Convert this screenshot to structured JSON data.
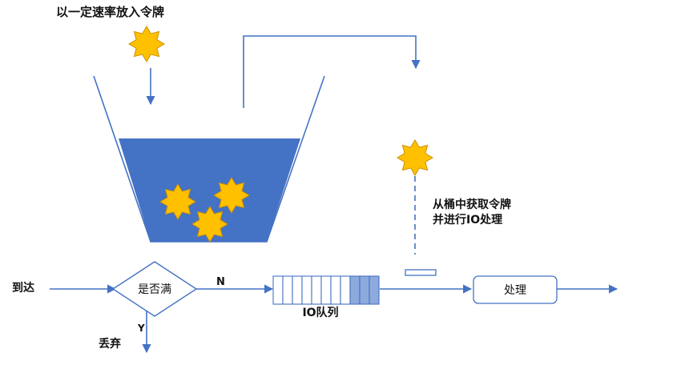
{
  "colors": {
    "line": "#4472c4",
    "water": "#4472c4",
    "star_fill": "#ffc000",
    "star_stroke": "#c98f00",
    "queue_filled": "#8ea9db",
    "text": "#111111"
  },
  "labels": {
    "token_rate": "以一定速率放入令牌",
    "take_token_line1": "从桶中获取令牌",
    "take_token_line2": "并进行IO处理",
    "arrive": "到达",
    "decision": "是否满",
    "no": "N",
    "yes": "Y",
    "discard": "丢弃",
    "io_queue": "IO队列",
    "process": "处理"
  },
  "icons": {
    "token": "token-star-icon"
  },
  "queue": {
    "total_slots": 11,
    "filled_slots": 3
  }
}
